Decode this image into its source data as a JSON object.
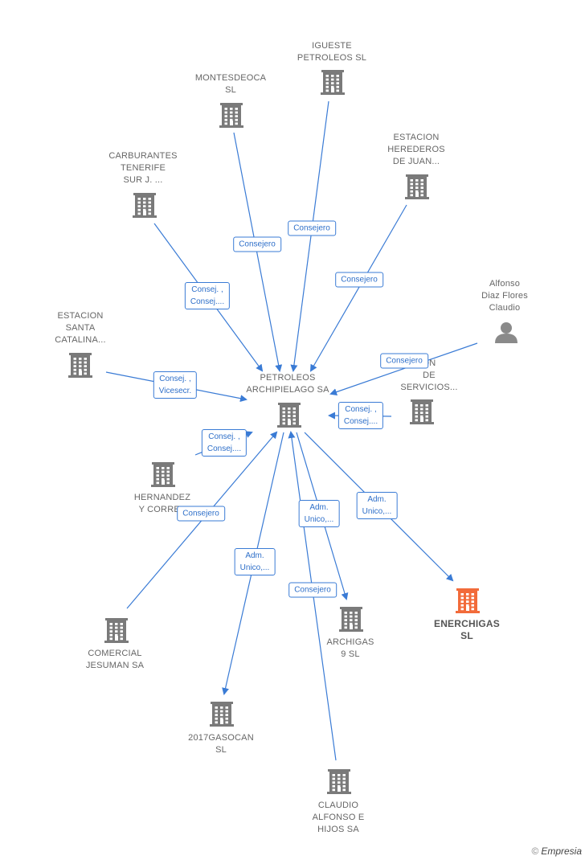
{
  "colors": {
    "edge": "#3a7bd5",
    "company": "#7a7a7a",
    "highlight": "#f26b3a",
    "person": "#8a8a8a"
  },
  "nodes": [
    {
      "id": "petroleos",
      "label": "PETROLEOS\nARCHIPIELAGO SA",
      "icon": "building-icon"
    },
    {
      "id": "igueste",
      "label": "IGUESTE\nPETROLEOS SL",
      "icon": "building-icon"
    },
    {
      "id": "montesdeoca",
      "label": "MONTESDEOCA\nSL",
      "icon": "building-icon"
    },
    {
      "id": "estacion_herederos",
      "label": "ESTACION\nHEREDEROS\nDE JUAN...",
      "icon": "building-icon"
    },
    {
      "id": "carburantes",
      "label": "CARBURANTES\nTENERIFE\nSUR J. ...",
      "icon": "building-icon"
    },
    {
      "id": "alfonso",
      "label": "Alfonso\nDiaz Flores\nClaudio",
      "icon": "person-icon"
    },
    {
      "id": "estacion_santa",
      "label": "ESTACION\nSANTA\nCATALINA...",
      "icon": "building-icon"
    },
    {
      "id": "estacion_servicios",
      "label": "ON\nDE\nSERVICIOS...",
      "icon": "building-icon"
    },
    {
      "id": "hernandez",
      "label": "HERNANDEZ\nY CORREA",
      "icon": "building-icon"
    },
    {
      "id": "enerchigas",
      "label": "ENERCHIGAS\nSL",
      "icon": "building-icon"
    },
    {
      "id": "comercial",
      "label": "COMERCIAL\nJESUMAN SA",
      "icon": "building-icon"
    },
    {
      "id": "archigas",
      "label": "ARCHIGAS\n9  SL",
      "icon": "building-icon"
    },
    {
      "id": "gasocan",
      "label": "2017GASOCAN\nSL",
      "icon": "building-icon"
    },
    {
      "id": "claudio",
      "label": "CLAUDIO\nALFONSO E\nHIJOS SA",
      "icon": "building-icon"
    }
  ],
  "edges": [
    {
      "from": "igueste",
      "to": "petroleos",
      "label": "Consejero"
    },
    {
      "from": "montesdeoca",
      "to": "petroleos",
      "label": "Consejero"
    },
    {
      "from": "estacion_herederos",
      "to": "petroleos",
      "label": "Consejero"
    },
    {
      "from": "carburantes",
      "to": "petroleos",
      "label": "Consej. ,\nConsej...."
    },
    {
      "from": "alfonso",
      "to": "petroleos",
      "label": "Consejero"
    },
    {
      "from": "estacion_santa",
      "to": "petroleos",
      "label": "Consej. ,\nVicesecr."
    },
    {
      "from": "estacion_servicios",
      "to": "petroleos",
      "label": "Consej. ,\nConsej...."
    },
    {
      "from": "hernandez",
      "to": "petroleos",
      "label": "Consej. ,\nConsej...."
    },
    {
      "from": "petroleos",
      "to": "enerchigas",
      "label": "Adm.\nUnico,..."
    },
    {
      "from": "comercial",
      "to": "petroleos",
      "label": "Consejero"
    },
    {
      "from": "petroleos",
      "to": "archigas",
      "label": "Adm.\nUnico,..."
    },
    {
      "from": "petroleos",
      "to": "gasocan",
      "label": "Adm.\nUnico,..."
    },
    {
      "from": "claudio",
      "to": "petroleos",
      "label": "Consejero"
    }
  ],
  "footer": {
    "copyright": "©",
    "brand": "Empresia"
  }
}
